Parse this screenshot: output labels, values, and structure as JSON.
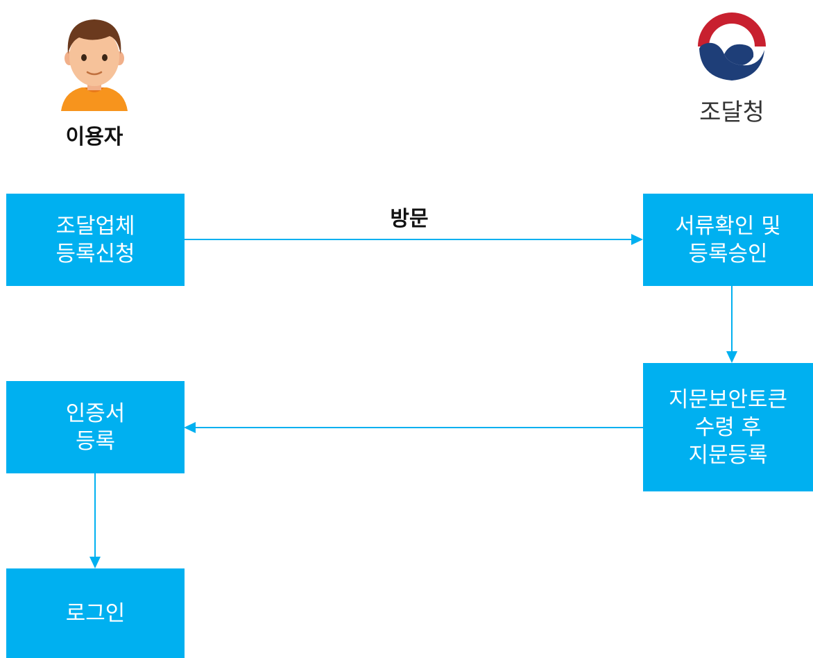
{
  "actors": {
    "user_label": "이용자",
    "org_label": "조달청"
  },
  "edge_labels": {
    "visit": "방문"
  },
  "steps": {
    "register_request": [
      "조달업체",
      "등록신청"
    ],
    "doc_check": [
      "서류확인 및",
      "등록승인"
    ],
    "fingerprint": [
      "지문보안토큰",
      "수령 후",
      "지문등록"
    ],
    "cert_register": [
      "인증서",
      "등록"
    ],
    "login": [
      "로그인"
    ]
  },
  "colors": {
    "box_fill": "#00b0f0",
    "arrow": "#00b0f0",
    "logo_red": "#c8202f",
    "logo_blue": "#1e3e78",
    "avatar_hair": "#6b3a1e",
    "avatar_skin": "#f6c29a",
    "avatar_shirt": "#f7941d"
  },
  "icons": {
    "user": "user-avatar-icon",
    "org": "government-taegeuk-logo-icon"
  }
}
